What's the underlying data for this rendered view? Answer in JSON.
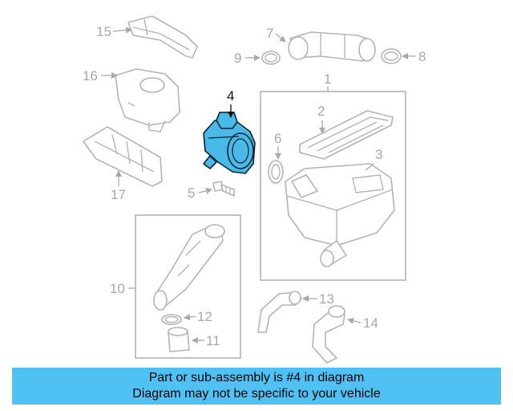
{
  "callouts": {
    "p1": "1",
    "p2": "2",
    "p3": "3",
    "p4": "4",
    "p5": "5",
    "p6": "6",
    "p7": "7",
    "p8": "8",
    "p9": "9",
    "p10": "10",
    "p11": "11",
    "p12": "12",
    "p13": "13",
    "p14": "14",
    "p15": "15",
    "p16": "16",
    "p17": "17"
  },
  "highlighted_part": "4",
  "banner": {
    "line1": "Part or sub-assembly is #4 in diagram",
    "line2": "Diagram may not be specific to your vehicle"
  },
  "colors": {
    "highlight_fill": "#49b9e8",
    "banner_background": "#4fc1f3",
    "part_stroke": "#b4b4b4"
  }
}
